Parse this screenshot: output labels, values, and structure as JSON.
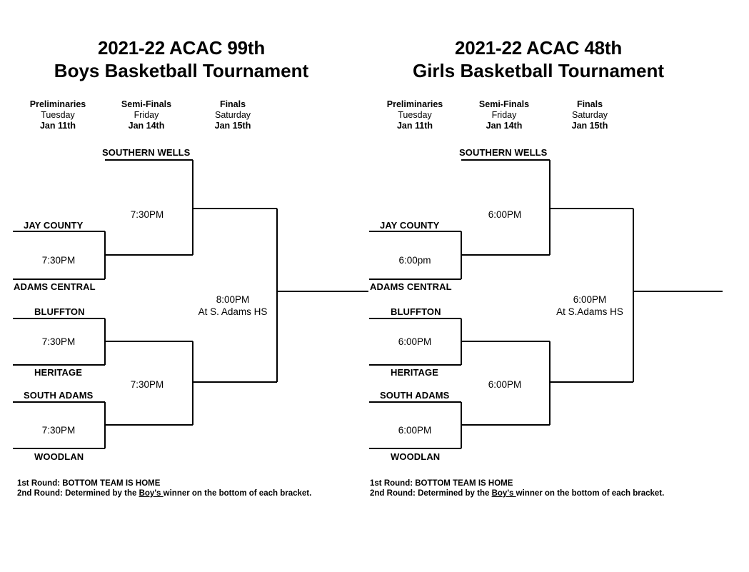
{
  "brackets": [
    {
      "id": "boys",
      "title_line1": "2021-22 ACAC 99th",
      "title_line2": "Boys Basketball Tournament",
      "rounds": [
        {
          "name": "Preliminaries",
          "day": "Tuesday",
          "date": "Jan 11th"
        },
        {
          "name": "Semi-Finals",
          "day": "Friday",
          "date": "Jan 14th"
        },
        {
          "name": "Finals",
          "day": "Saturday",
          "date": "Jan 15th"
        }
      ],
      "teams": {
        "southern_wells": "SOUTHERN WELLS",
        "jay_county": "JAY COUNTY",
        "adams_central": "ADAMS CENTRAL",
        "bluffton": "BLUFFTON",
        "heritage": "HERITAGE",
        "south_adams": "SOUTH ADAMS",
        "woodlan": "WOODLAN"
      },
      "games": {
        "prelim_jay_adams": "7:30PM",
        "prelim_bluffton_heritage": "7:30PM",
        "prelim_southadams_woodlan": "7:30PM",
        "semi_upper": "7:30PM",
        "semi_lower": "7:30PM",
        "final_time": "8:00PM",
        "final_site": "At S. Adams HS"
      },
      "notes": {
        "line1": "1st Round: BOTTOM TEAM IS HOME",
        "line2_pre": "2nd Round: Determined by the ",
        "line2_underline": "Boy's ",
        "line2_post": "winner on the bottom of each bracket."
      }
    },
    {
      "id": "girls",
      "title_line1": "2021-22 ACAC 48th",
      "title_line2": "Girls Basketball Tournament",
      "rounds": [
        {
          "name": "Preliminaries",
          "day": "Tuesday",
          "date": "Jan 11th"
        },
        {
          "name": "Semi-Finals",
          "day": "Friday",
          "date": "Jan 14th"
        },
        {
          "name": "Finals",
          "day": "Saturday",
          "date": "Jan 15th"
        }
      ],
      "teams": {
        "southern_wells": "SOUTHERN WELLS",
        "jay_county": "JAY COUNTY",
        "adams_central": "ADAMS CENTRAL",
        "bluffton": "BLUFFTON",
        "heritage": "HERITAGE",
        "south_adams": "SOUTH ADAMS",
        "woodlan": "WOODLAN"
      },
      "games": {
        "prelim_jay_adams": "6:00pm",
        "prelim_bluffton_heritage": "6:00PM",
        "prelim_southadams_woodlan": "6:00PM",
        "semi_upper": "6:00PM",
        "semi_lower": "6:00PM",
        "final_time": "6:00PM",
        "final_site": "At S.Adams HS"
      },
      "notes": {
        "line1": "1st Round: BOTTOM TEAM IS HOME",
        "line2_pre": "2nd Round: Determined by the ",
        "line2_underline": "Boy's ",
        "line2_post": "winner on the bottom of each bracket."
      }
    }
  ],
  "colors": {
    "line": "#000000",
    "text": "#000000",
    "background": "#ffffff"
  }
}
